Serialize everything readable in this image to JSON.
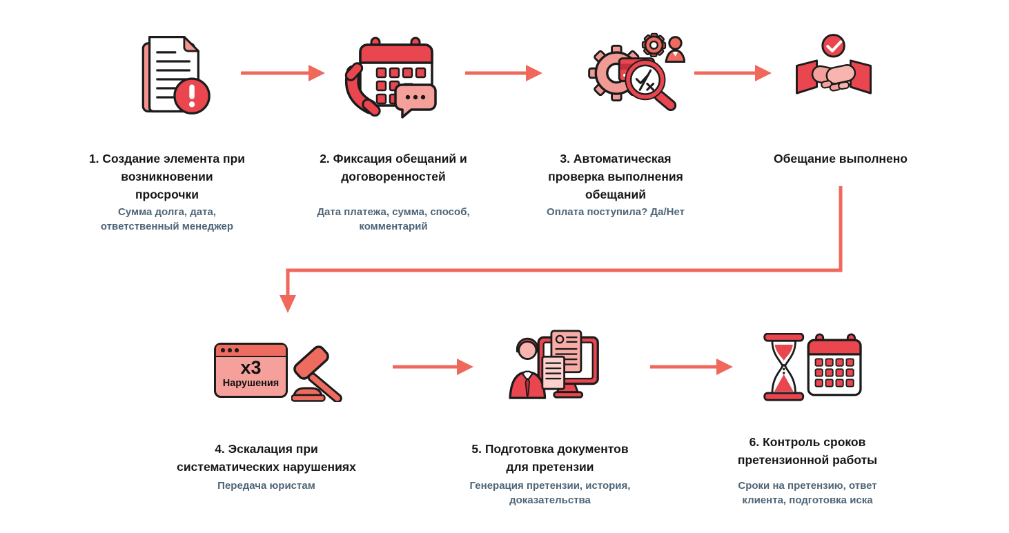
{
  "page": {
    "background": "#FFFFFF",
    "type": "process-flow-diagram"
  },
  "palette": {
    "arrow": "#F0685C",
    "red": "#E9464F",
    "coral": "#EE6B5F",
    "pink": "#F5A09B",
    "light_pink": "#F8B5B0",
    "outline": "#1B1B1B",
    "title_text": "#15171A",
    "subtitle_text": "#4E6577"
  },
  "steps": [
    {
      "icon": "document-alert-icon",
      "title": "1. Создание элемента при\nвозникновении\nпросрочки",
      "subtitle": "Сумма долга, дата,\nответственный менеджер"
    },
    {
      "icon": "calendar-phone-chat-icon",
      "title": "2. Фиксация обещаний и\nдоговоренностей",
      "subtitle": "Дата платежа, сумма, способ,\nкомментарий"
    },
    {
      "icon": "gears-magnifier-person-icon",
      "title": "3. Автоматическая\nпроверка выполнения\nобещаний",
      "subtitle": "Оплата поступила? Да/Нет"
    },
    {
      "icon": "handshake-check-icon",
      "title": "Обещание выполнено",
      "subtitle": ""
    },
    {
      "icon": "browser-violations-gavel-icon",
      "title": "4. Эскалация при\nсистематических нарушениях",
      "subtitle": "Передача юристам",
      "badge": {
        "line1": "x3",
        "line2": "Нарушения"
      }
    },
    {
      "icon": "lawyer-documents-monitor-icon",
      "title": "5. Подготовка документов\nдля претензии",
      "subtitle": "Генерация претензии, история,\nдоказательства"
    },
    {
      "icon": "hourglass-calendar-icon",
      "title": "6. Контроль сроков\nпретензионной работы",
      "subtitle": "Сроки на претензию, ответ\nклиента, подготовка иска"
    }
  ]
}
